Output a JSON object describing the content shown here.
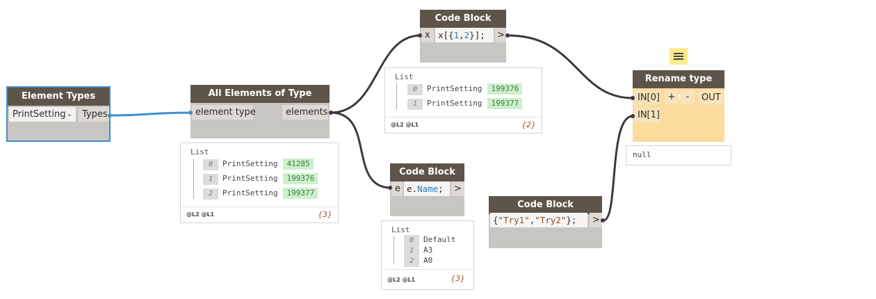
{
  "nodes": {
    "element_types": {
      "title": "Element Types",
      "dropdown_value": "PrintSetting",
      "output": "Types"
    },
    "all_elements": {
      "title": "All Elements of Type",
      "input": "element type",
      "output": "elements",
      "preview": {
        "list_label": "List",
        "items": [
          {
            "index": "0",
            "name": "PrintSetting",
            "id": "41285"
          },
          {
            "index": "1",
            "name": "PrintSetting",
            "id": "199376"
          },
          {
            "index": "2",
            "name": "PrintSetting",
            "id": "199377"
          }
        ],
        "levels": "@L2 @L1",
        "count": "{3}"
      }
    },
    "code_top": {
      "title": "Code Block",
      "input": "x",
      "code_parts": [
        "x[{",
        "1",
        ",",
        "2",
        "}];"
      ],
      "output": ">",
      "preview": {
        "list_label": "List",
        "items": [
          {
            "index": "0",
            "name": "PrintSetting",
            "id": "199376"
          },
          {
            "index": "1",
            "name": "PrintSetting",
            "id": "199377"
          }
        ],
        "levels": "@L2 @L1",
        "count": "{2}"
      }
    },
    "code_mid": {
      "title": "Code Block",
      "input": "e",
      "code_parts": [
        "e.",
        "Name",
        ";"
      ],
      "output": ">",
      "preview": {
        "list_label": "List",
        "items": [
          {
            "index": "0",
            "value": "Default"
          },
          {
            "index": "1",
            "value": "A3"
          },
          {
            "index": "2",
            "value": "A0"
          }
        ],
        "levels": "@L2 @L1",
        "count": "{3}"
      }
    },
    "code_bottom": {
      "title": "Code Block",
      "code_parts": [
        "{",
        "\"Try1\"",
        ",",
        "\"Try2\"",
        "};"
      ],
      "output": ">"
    },
    "rename": {
      "title": "Rename type name",
      "inputs": [
        "IN[0]",
        "IN[1]"
      ],
      "plus": "+",
      "minus": "-",
      "output": "OUT",
      "preview": {
        "value": "null"
      }
    }
  },
  "colors": {
    "header": "#5d5549",
    "body": "#c8c6c2",
    "python_body": "#fcdc9c",
    "selection": "#3e8ed0",
    "wire": "#3a3a3a",
    "wire_selected": "#3e8ed0"
  }
}
